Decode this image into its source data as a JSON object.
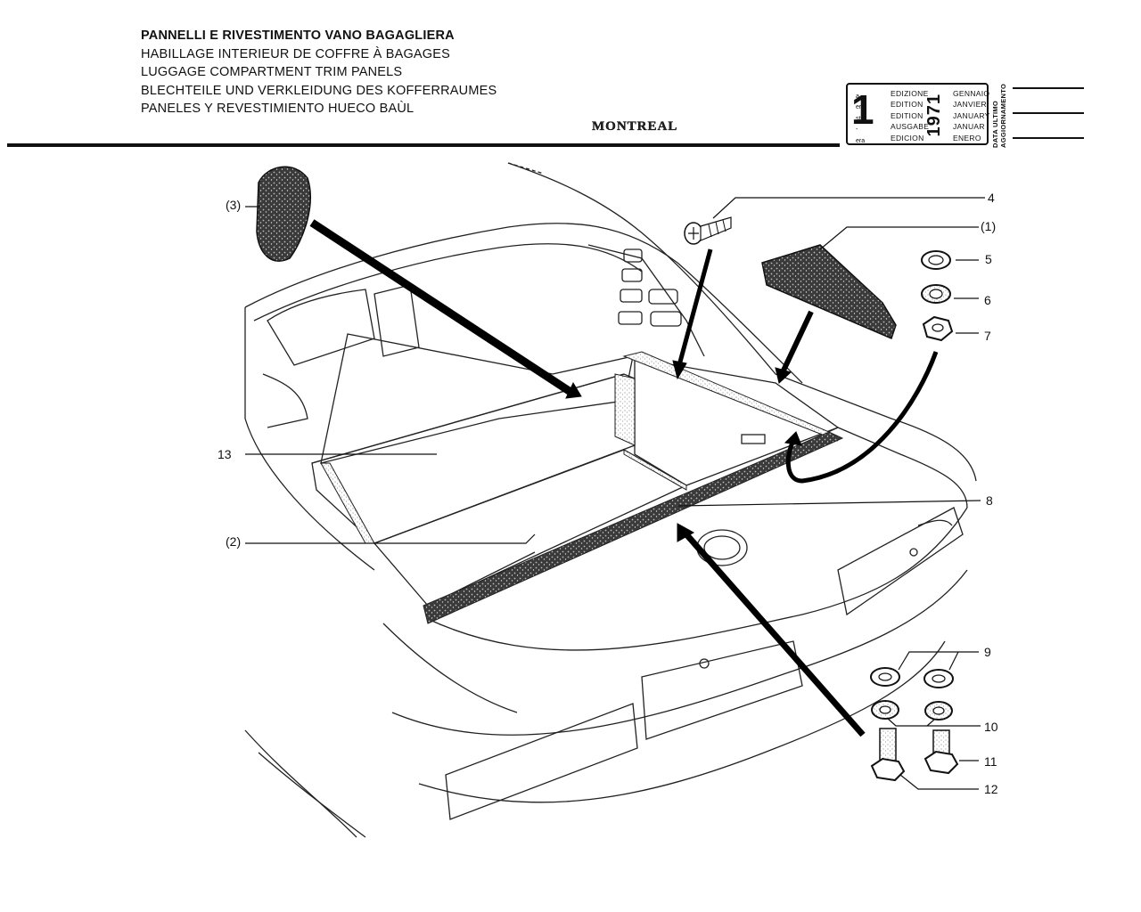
{
  "header": {
    "titles": [
      "PANNELLI E RIVESTIMENTO VANO BAGAGLIERA",
      "HABILLAGE INTERIEUR DE COFFRE À BAGAGES",
      "LUGGAGE COMPARTMENT TRIM PANELS",
      "BLECHTEILE UND VERKLEIDUNG DES KOFFERRAUMES",
      "PANELES Y REVESTIMIENTO HUECO BAÙL"
    ],
    "model": "MONTREAL"
  },
  "edition_box": {
    "number": "1",
    "superscripts": [
      "a",
      "ere",
      "st",
      "-",
      "era"
    ],
    "edition_words": [
      "EDIZIONE",
      "EDITION",
      "EDITION",
      "AUSGABE",
      "EDICION"
    ],
    "year": "1971",
    "months": [
      "GENNAIO",
      "JANVIER",
      "JANUARY",
      "JANUAR",
      "ENERO"
    ],
    "update_label_line1": "DATA ULTIMO",
    "update_label_line2": "AGGIORNAMENTO"
  },
  "callouts": {
    "c3": "(3)",
    "c4": "4",
    "c1": "(1)",
    "c5": "5",
    "c6": "6",
    "c7": "7",
    "c13": "13",
    "c8": "8",
    "c2": "(2)",
    "c9": "9",
    "c10": "10",
    "c11": "11",
    "c12": "12"
  }
}
